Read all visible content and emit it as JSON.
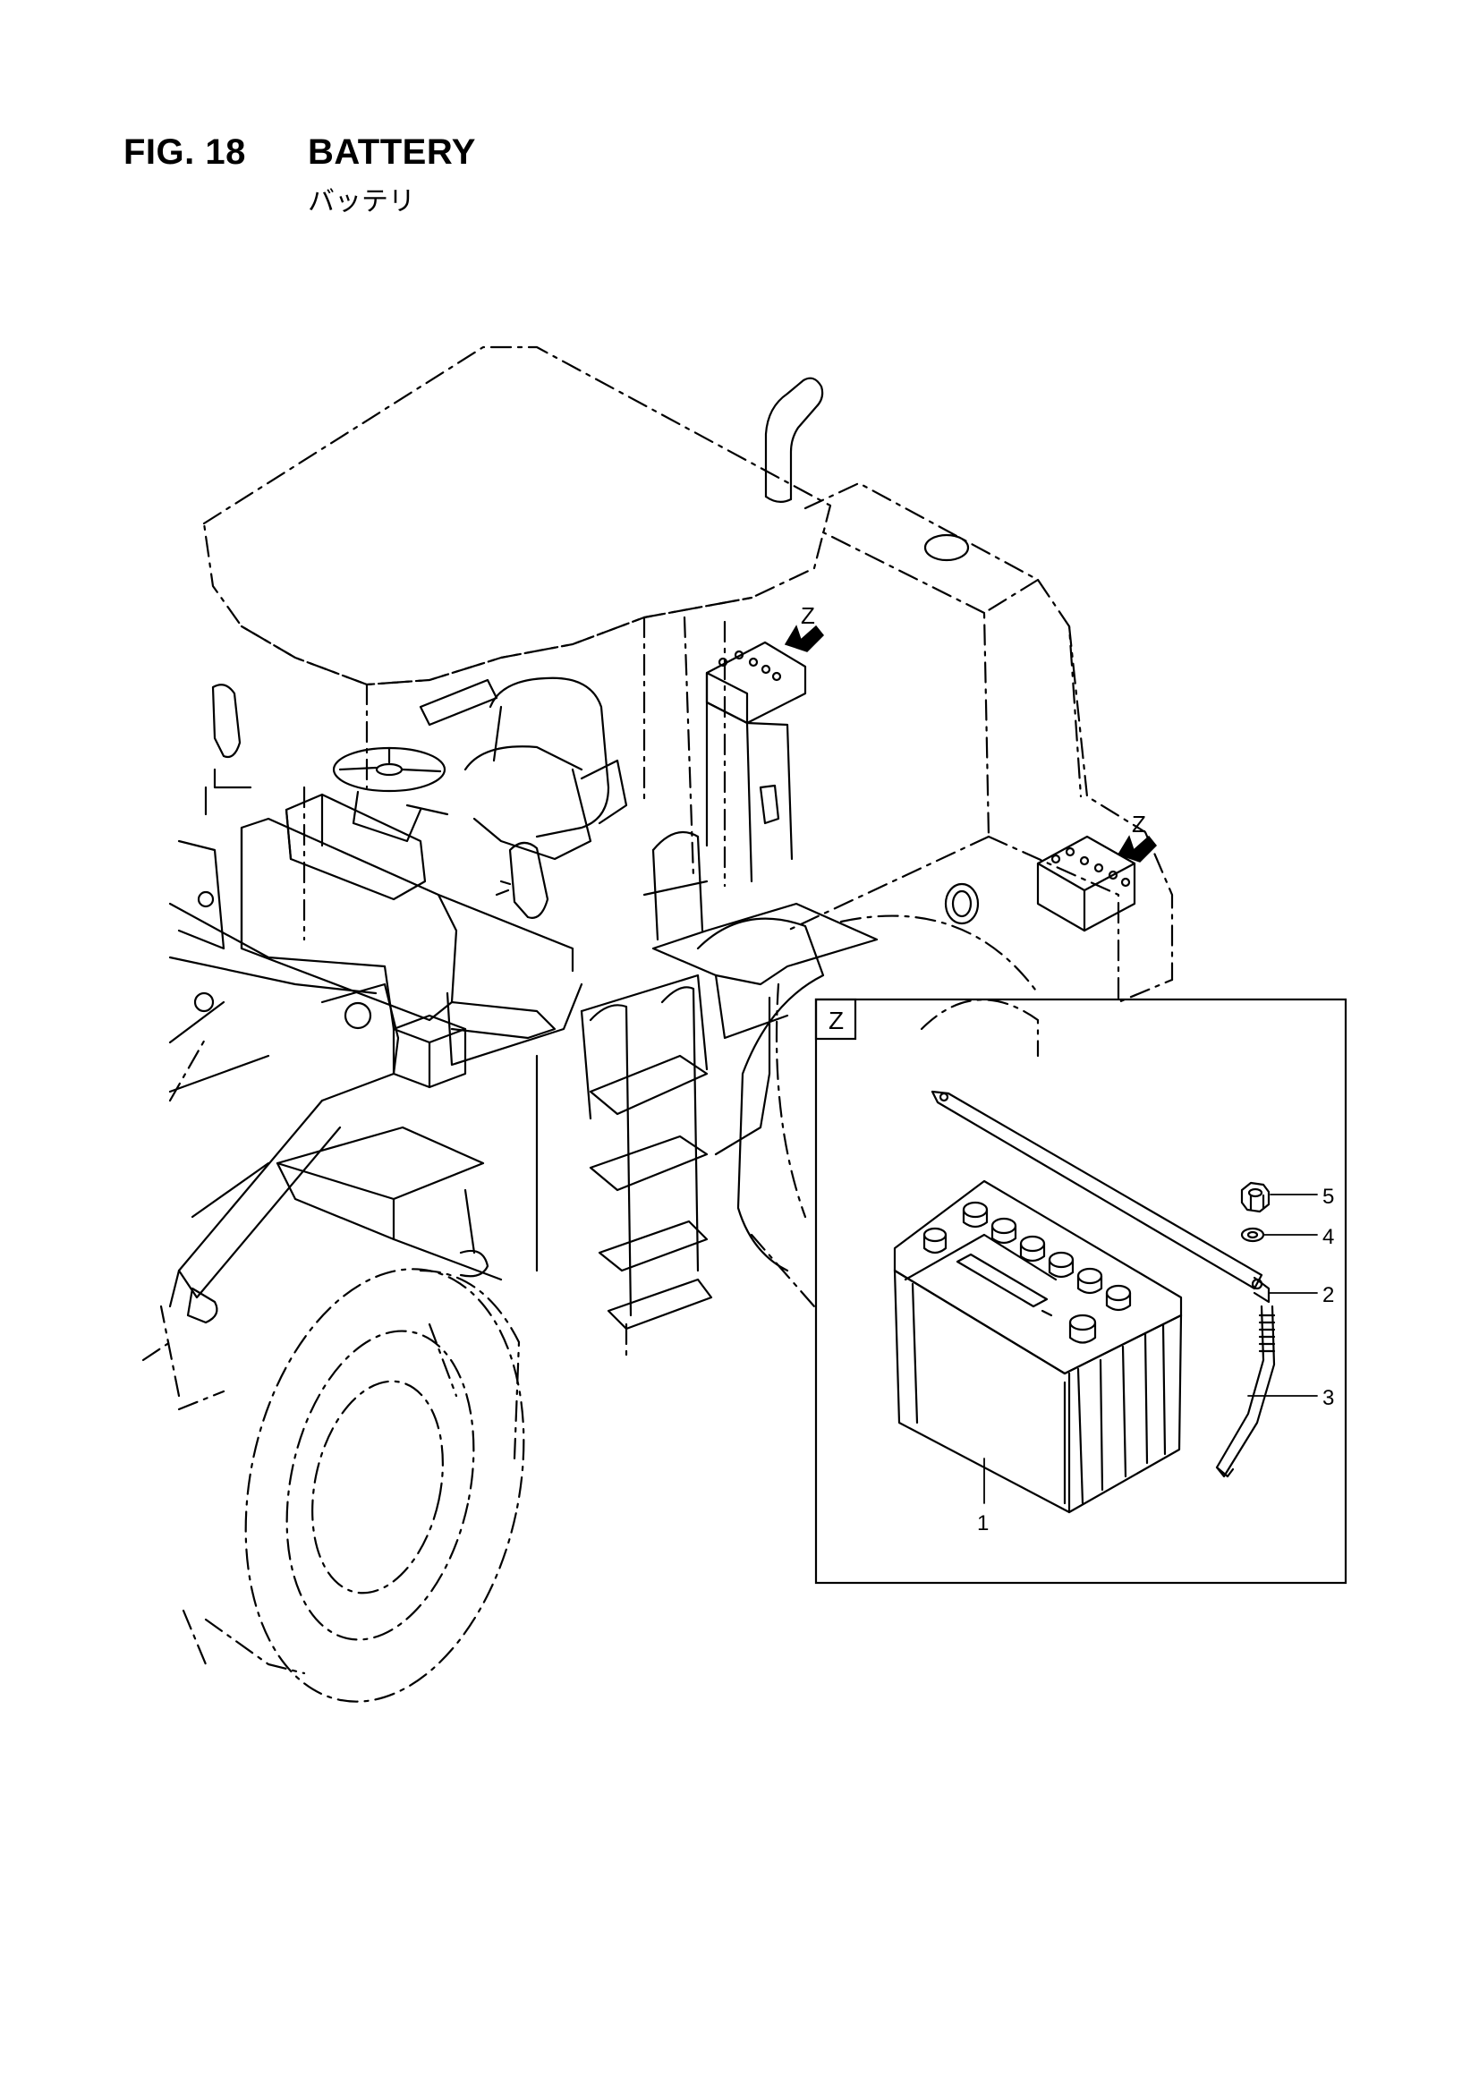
{
  "header": {
    "fig_label": "FIG. 18",
    "title": "BATTERY",
    "subtitle": "バッテリ"
  },
  "main_view": {
    "view_markers": [
      "Z",
      "Z"
    ]
  },
  "detail_view": {
    "label": "Z",
    "callouts": [
      "1",
      "2",
      "3",
      "4",
      "5"
    ]
  }
}
